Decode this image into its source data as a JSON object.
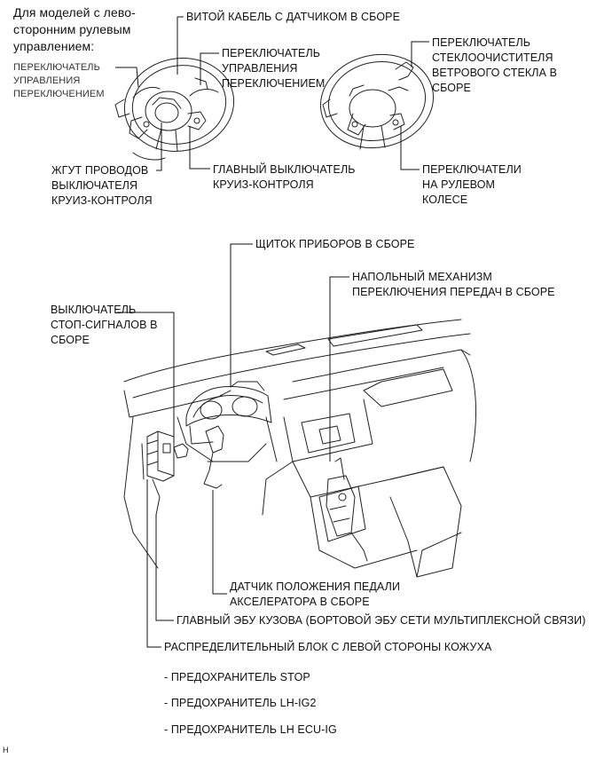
{
  "models_note": [
    "Для моделей с лево-",
    "сторонним рулевым",
    "управлением:"
  ],
  "labels": {
    "spiral_cable": [
      "ВИТОЙ КАБЕЛЬ С ДАТЧИКОМ В СБОРЕ"
    ],
    "shift_switch_left": [
      "ПЕРЕКЛЮЧАТЕЛЬ",
      "УПРАВЛЕНИЯ",
      "ПЕРЕКЛЮЧЕНИЕМ"
    ],
    "shift_switch_center": [
      "ПЕРЕКЛЮЧАТЕЛЬ",
      "УПРАВЛЕНИЯ",
      "ПЕРЕКЛЮЧЕНИЕМ"
    ],
    "wiper_switch": [
      "ПЕРЕКЛЮЧАТЕЛЬ",
      "СТЕКЛООЧИСТИТЕЛЯ",
      "ВЕТРОВОГО СТЕКЛА В",
      "СБОРЕ"
    ],
    "cruise_harness": [
      "ЖГУТ ПРОВОДОВ",
      "ВЫКЛЮЧАТЕЛЯ",
      "КРУИЗ-КОНТРОЛЯ"
    ],
    "cruise_main": [
      "ГЛАВНЫЙ ВЫКЛЮЧАТЕЛЬ",
      "КРУИЗ-КОНТРОЛЯ"
    ],
    "wheel_switches": [
      "ПЕРЕКЛЮЧАТЕЛИ",
      "НА РУЛЕВОМ",
      "КОЛЕСЕ"
    ],
    "cluster": [
      "ЩИТОК ПРИБОРОВ В СБОРЕ"
    ],
    "floor_shift": [
      "НАПОЛЬНЫЙ МЕХАНИЗМ",
      "ПЕРЕКЛЮЧЕНИЯ ПЕРЕДАЧ В СБОРЕ"
    ],
    "stop_switch": [
      "ВЫКЛЮЧАТЕЛЬ",
      "СТОП-СИГНАЛОВ В",
      "СБОРЕ"
    ],
    "accel_sensor": [
      "ДАТЧИК ПОЛОЖЕНИЯ ПЕДАЛИ",
      "АКСЕЛЕРАТОРА В СБОРЕ"
    ],
    "body_ecu": [
      "ГЛАВНЫЙ ЭБУ КУЗОВА (БОРТОВОЙ ЭБУ СЕТИ МУЛЬТИПЛЕКСНОЙ СВЯЗИ)"
    ],
    "junction_block": [
      "РАСПРЕДЕЛИТЕЛЬНЫЙ БЛОК С ЛЕВОЙ СТОРОНЫ КОЖУХА"
    ]
  },
  "fuses": [
    "- ПРЕДОХРАНИТЕЛЬ STOP",
    "- ПРЕДОХРАНИТЕЛЬ LH-IG2",
    "- ПРЕДОХРАНИТЕЛЬ LH ECU-IG"
  ],
  "corner_mark": "H"
}
